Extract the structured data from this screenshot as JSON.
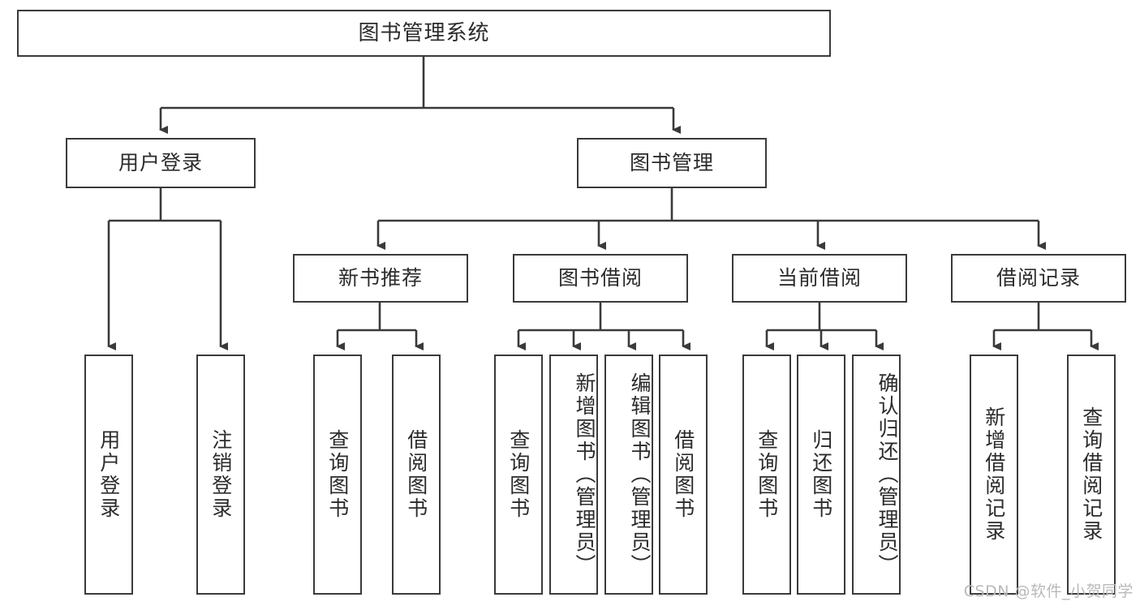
{
  "diagram": {
    "type": "tree-hierarchy-chart",
    "title": "图书管理系统",
    "watermark": "CSDN @软件_小贺同学",
    "colors": {
      "box_border": "#3a3a3a",
      "box_fill": "#ffffff",
      "connector": "#3a3a3a",
      "text": "#2b2b2b",
      "watermark": "#b9b9b9",
      "background": "#ffffff"
    },
    "levels": [
      {
        "level": 1,
        "nodes": [
          {
            "id": "root",
            "label": "图书管理系统",
            "orientation": "horizontal"
          }
        ]
      },
      {
        "level": 2,
        "nodes": [
          {
            "id": "user-login",
            "label": "用户登录",
            "orientation": "horizontal",
            "parent": "root"
          },
          {
            "id": "book-manage",
            "label": "图书管理",
            "orientation": "horizontal",
            "parent": "root"
          }
        ]
      },
      {
        "level": 3,
        "nodes": [
          {
            "id": "new-book-rec",
            "label": "新书推荐",
            "orientation": "horizontal",
            "parent": "book-manage"
          },
          {
            "id": "book-borrow",
            "label": "图书借阅",
            "orientation": "horizontal",
            "parent": "book-manage"
          },
          {
            "id": "current-borrow",
            "label": "当前借阅",
            "orientation": "horizontal",
            "parent": "book-manage"
          },
          {
            "id": "borrow-record",
            "label": "借阅记录",
            "orientation": "horizontal",
            "parent": "book-manage"
          }
        ]
      },
      {
        "level": 4,
        "nodes": [
          {
            "id": "leaf-user-login",
            "label": "用户登录",
            "orientation": "vertical",
            "parent": "user-login"
          },
          {
            "id": "leaf-logout-login",
            "label": "注销登录",
            "orientation": "vertical",
            "parent": "user-login"
          },
          {
            "id": "leaf-query-book-1",
            "label": "查询图书",
            "orientation": "vertical",
            "parent": "new-book-rec"
          },
          {
            "id": "leaf-borrow-book-1",
            "label": "借阅图书",
            "orientation": "vertical",
            "parent": "new-book-rec"
          },
          {
            "id": "leaf-query-book-2",
            "label": "查询图书",
            "orientation": "vertical",
            "parent": "book-borrow"
          },
          {
            "id": "leaf-add-book",
            "label": "新增图书（管理员）",
            "orientation": "vertical",
            "parent": "book-borrow"
          },
          {
            "id": "leaf-edit-book",
            "label": "编辑图书（管理员）",
            "orientation": "vertical",
            "parent": "book-borrow"
          },
          {
            "id": "leaf-borrow-book-2",
            "label": "借阅图书",
            "orientation": "vertical",
            "parent": "book-borrow"
          },
          {
            "id": "leaf-query-book-3",
            "label": "查询图书",
            "orientation": "vertical",
            "parent": "current-borrow"
          },
          {
            "id": "leaf-return-book",
            "label": "归还图书",
            "orientation": "vertical",
            "parent": "current-borrow"
          },
          {
            "id": "leaf-confirm-return",
            "label": "确认归还（管理员）",
            "orientation": "vertical",
            "parent": "current-borrow"
          },
          {
            "id": "leaf-add-record",
            "label": "新增借阅记录",
            "orientation": "vertical",
            "parent": "borrow-record"
          },
          {
            "id": "leaf-query-record",
            "label": "查询借阅记录",
            "orientation": "vertical",
            "parent": "borrow-record"
          }
        ]
      }
    ]
  }
}
